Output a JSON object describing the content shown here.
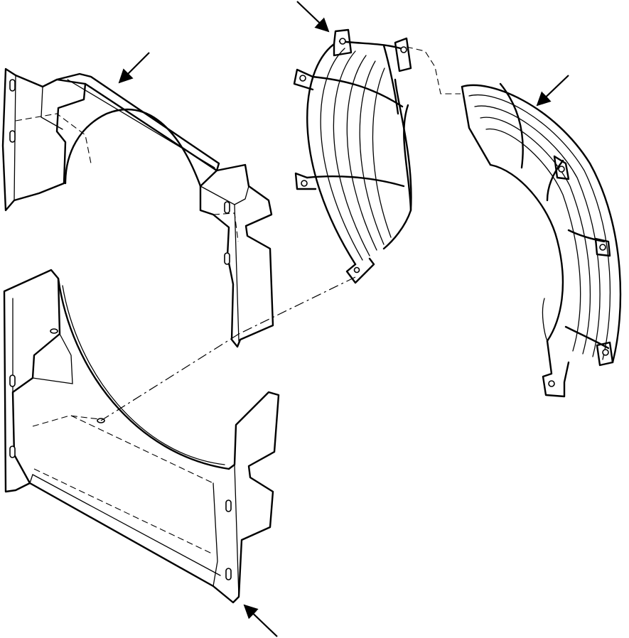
{
  "diagram": {
    "type": "exploded-parts-view",
    "colors": {
      "ink": "#000000",
      "paper": "#ffffff"
    },
    "parts": [
      {
        "id": "upper-shroud",
        "icon": "shroud-half"
      },
      {
        "id": "lower-shroud",
        "icon": "shroud-half"
      },
      {
        "id": "left-guard",
        "icon": "fan-guard"
      },
      {
        "id": "right-guard",
        "icon": "fan-guard"
      }
    ],
    "callouts": [
      {
        "id": "callout-upper-shroud",
        "target": "upper-shroud"
      },
      {
        "id": "callout-left-guard",
        "target": "left-guard"
      },
      {
        "id": "callout-right-guard",
        "target": "right-guard"
      },
      {
        "id": "callout-lower-shroud",
        "target": "lower-shroud"
      }
    ]
  }
}
